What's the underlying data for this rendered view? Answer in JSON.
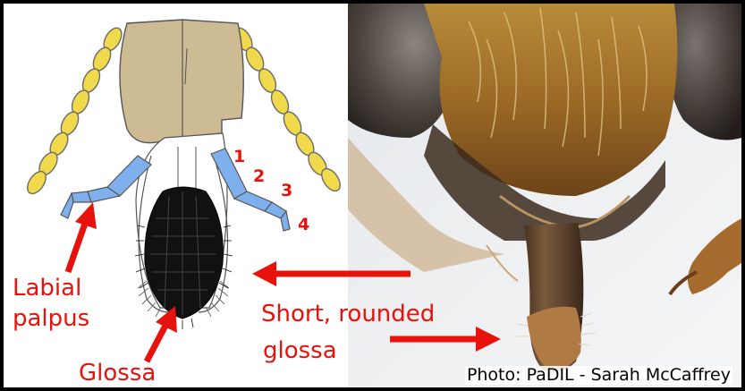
{
  "labels": {
    "labial_palpus_line1": "Labial",
    "labial_palpus_line2": "palpus",
    "glossa": "Glossa",
    "short_rounded_line1": "Short, rounded",
    "short_rounded_line2": "glossa"
  },
  "segment_numbers": [
    "1",
    "2",
    "3",
    "4"
  ],
  "photo_credit": "Photo: PaDIL - Sarah McCaffrey",
  "colors": {
    "annotation": "#e8120c",
    "antenna": "#f0d94a",
    "palpus": "#7fb0ee",
    "head_capsule": "#cdbb93",
    "glossa": "#111111"
  }
}
